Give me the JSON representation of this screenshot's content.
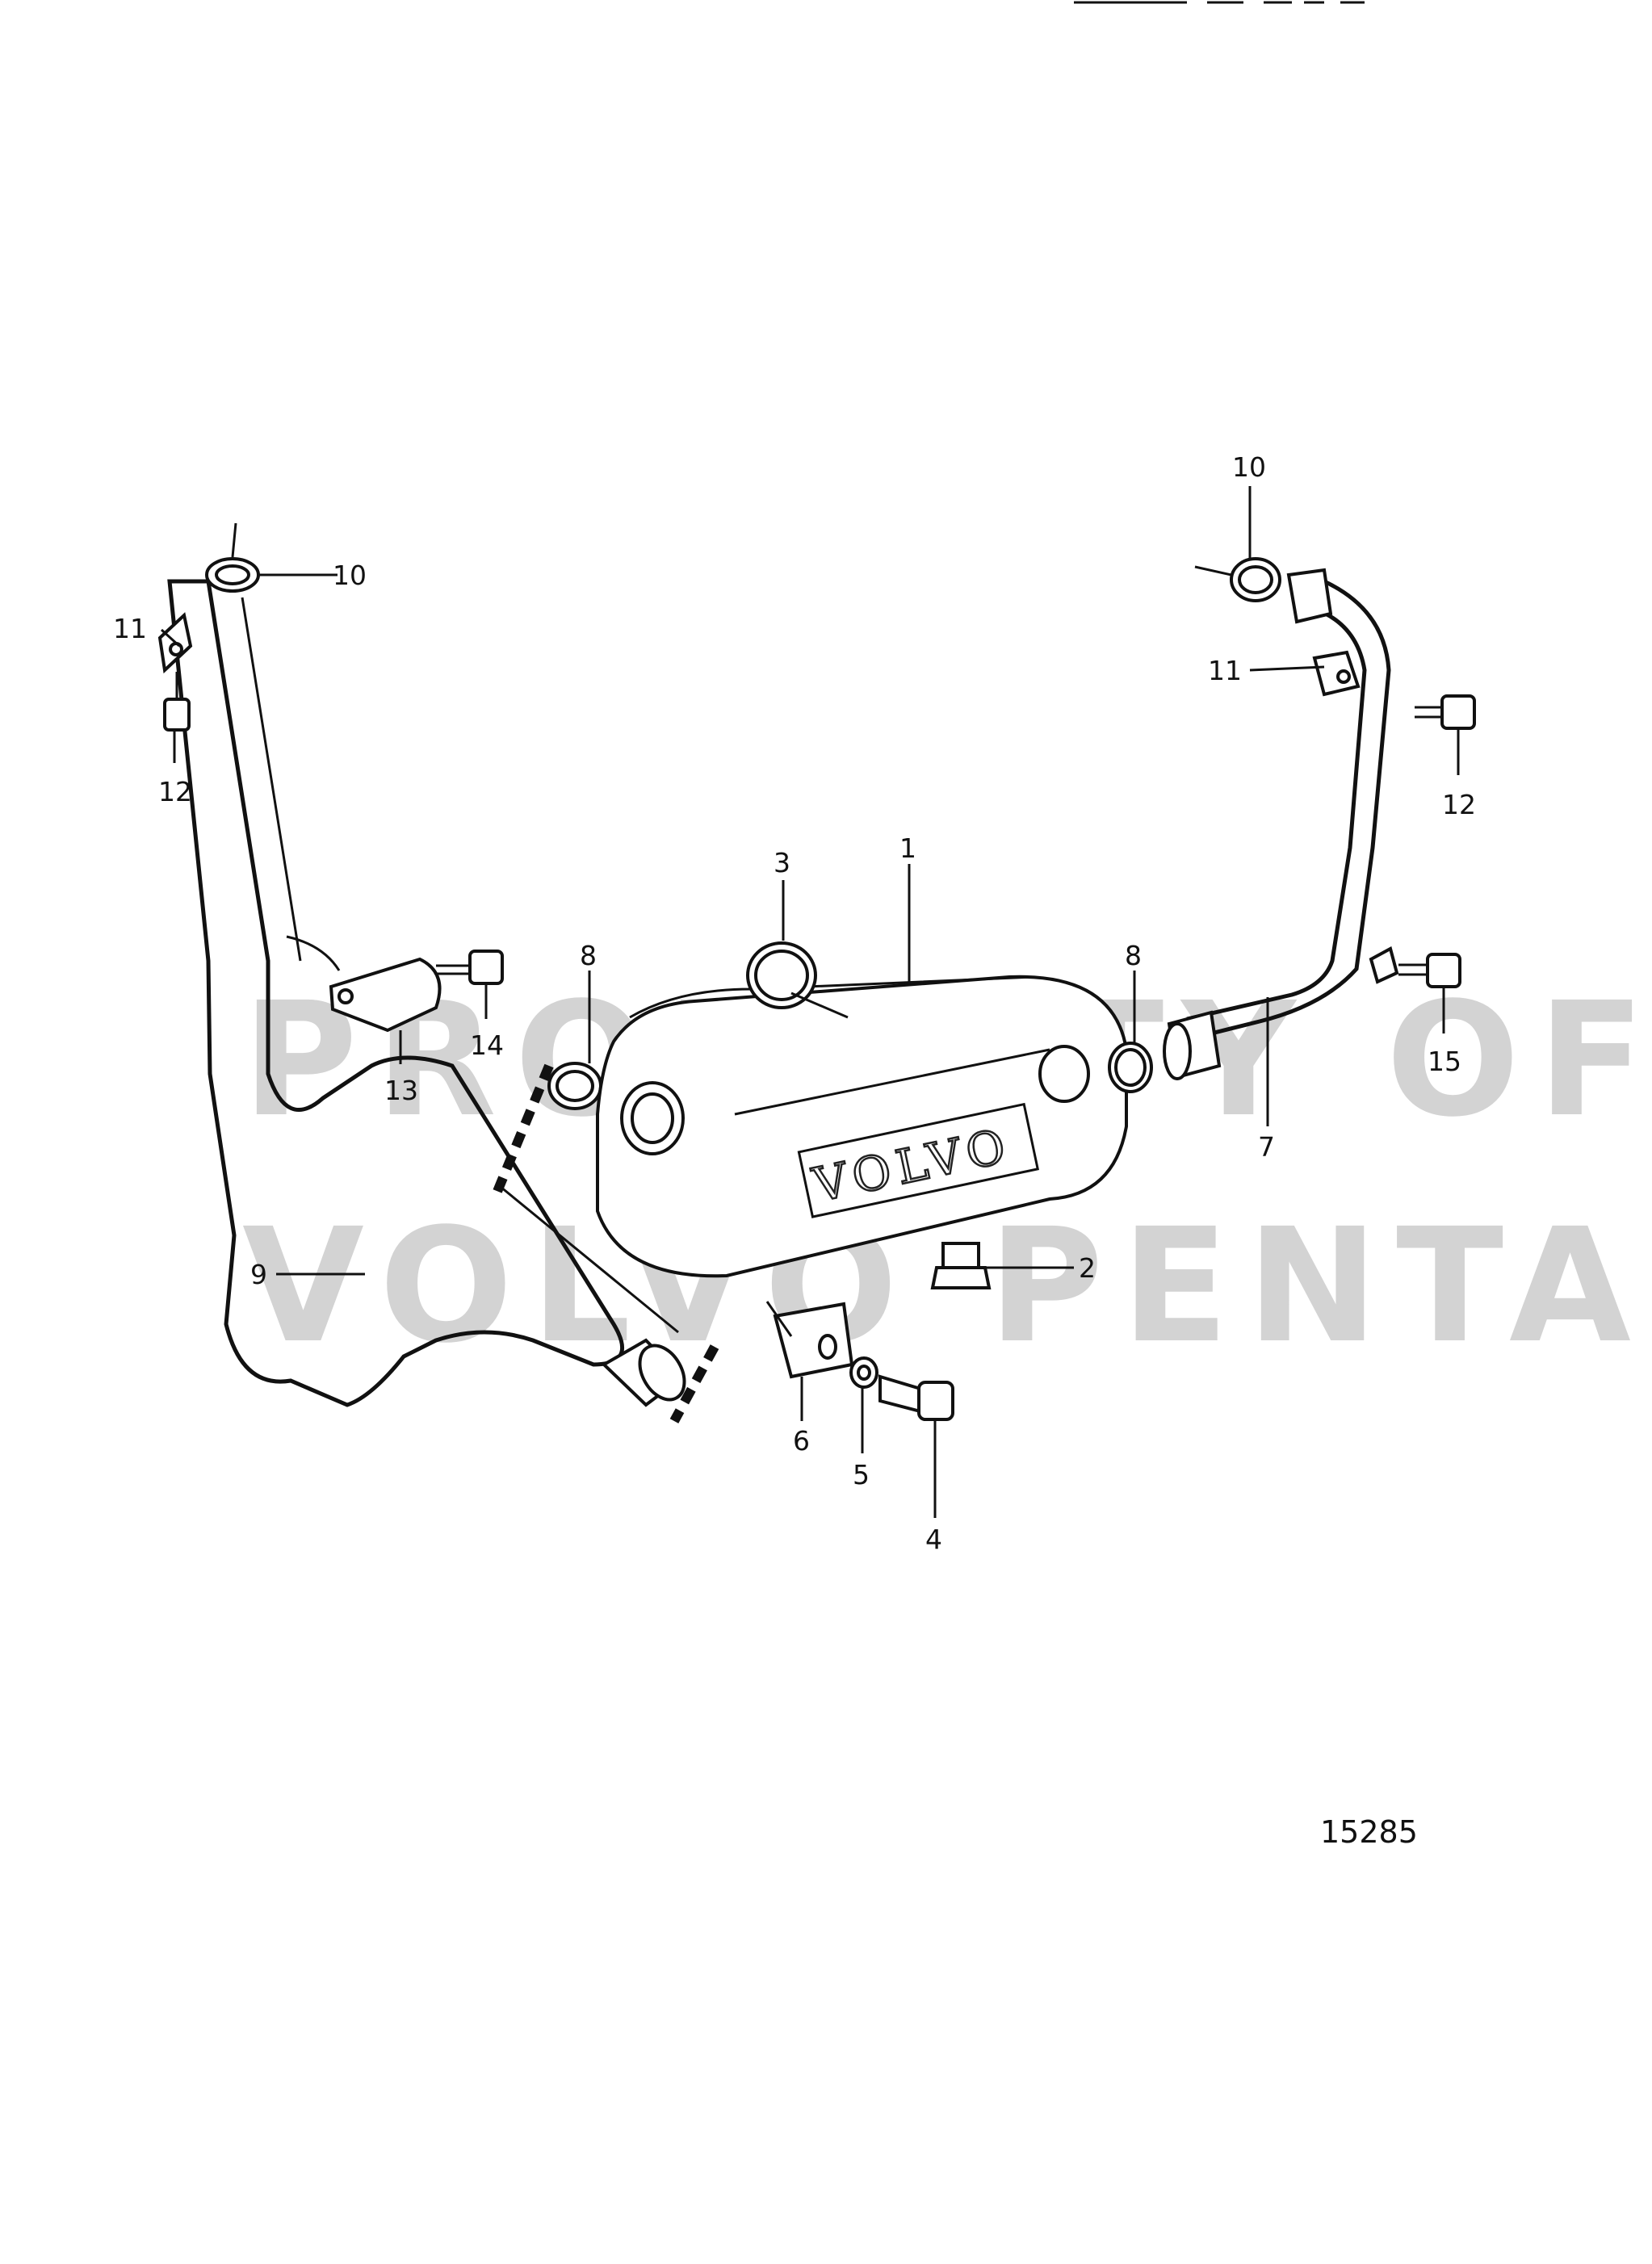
{
  "watermark": {
    "line1": "PROPERTY OF",
    "line2": "VOLVO PENTA"
  },
  "emboss_text": "VOLVO",
  "drawing_number": "15285",
  "callouts": [
    {
      "id": "cooler",
      "label": "1"
    },
    {
      "id": "drain-plug",
      "label": "2"
    },
    {
      "id": "o-ring-top",
      "label": "3"
    },
    {
      "id": "bolt",
      "label": "4"
    },
    {
      "id": "washer",
      "label": "5"
    },
    {
      "id": "bracket-block",
      "label": "6"
    },
    {
      "id": "pipe-right",
      "label": "7"
    },
    {
      "id": "seal-left",
      "label": "8"
    },
    {
      "id": "seal-right",
      "label": "8"
    },
    {
      "id": "pipe-left",
      "label": "9"
    },
    {
      "id": "seal-top-left",
      "label": "10"
    },
    {
      "id": "seal-top-right",
      "label": "10"
    },
    {
      "id": "clip-left",
      "label": "11"
    },
    {
      "id": "clip-right",
      "label": "11"
    },
    {
      "id": "screw-left",
      "label": "12"
    },
    {
      "id": "screw-right",
      "label": "12"
    },
    {
      "id": "clamp",
      "label": "13"
    },
    {
      "id": "clamp-screw",
      "label": "14"
    },
    {
      "id": "screw-pipe-right",
      "label": "15"
    }
  ]
}
